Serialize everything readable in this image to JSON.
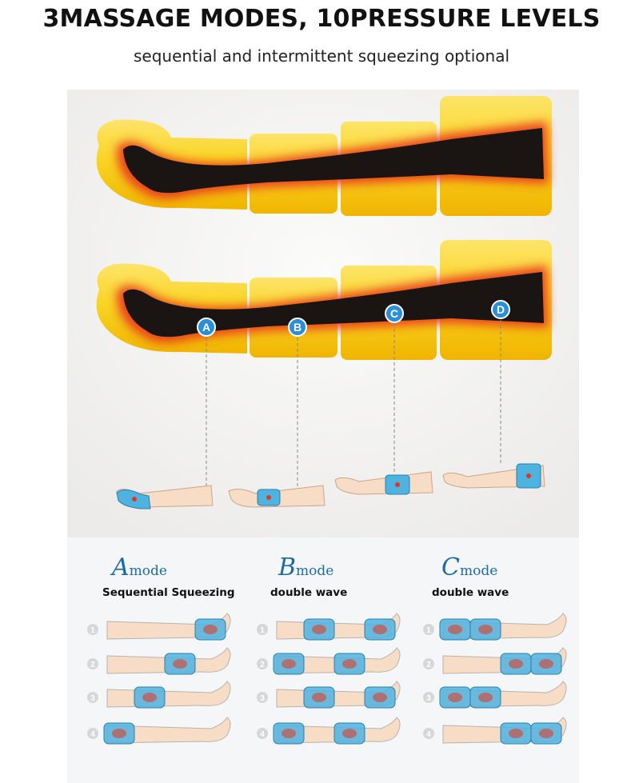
{
  "headline": "3MASSAGE MODES, 10PRESSURE LEVELS",
  "subheadline": "sequential  and intermittent squeezing optional",
  "zone_labels": [
    "A",
    "B",
    "C",
    "D"
  ],
  "modes": [
    {
      "letter": "A",
      "word": "mode",
      "description": "Sequential Squeezing",
      "active_zones": [
        [
          0
        ],
        [
          1
        ],
        [
          2
        ],
        [
          3
        ]
      ]
    },
    {
      "letter": "B",
      "word": "mode",
      "description": "double wave",
      "active_zones": [
        [
          0,
          2
        ],
        [
          1,
          3
        ],
        [
          0,
          2
        ],
        [
          1,
          3
        ]
      ]
    },
    {
      "letter": "C",
      "word": "mode",
      "description": "double wave",
      "active_zones": [
        [
          3,
          2
        ],
        [
          0,
          1
        ],
        [
          2,
          3
        ],
        [
          0,
          1
        ]
      ]
    }
  ],
  "step_numbers": [
    "1",
    "2",
    "3",
    "4"
  ],
  "colors": {
    "sleeve_yellow": "#f9d423",
    "sleeve_edge": "#f5a800",
    "heat_red": "#e8341c",
    "heat_core": "#1a1512",
    "label_blue": "#2a8fd6",
    "wrap_blue": "#4fb3e0",
    "skin": "#f7dcc6"
  },
  "icons": {
    "leg_sleeve": "leg-compression-sleeve-illustration",
    "zone_marker": "circle-letter-marker",
    "step_marker": "gray-circle-number"
  }
}
